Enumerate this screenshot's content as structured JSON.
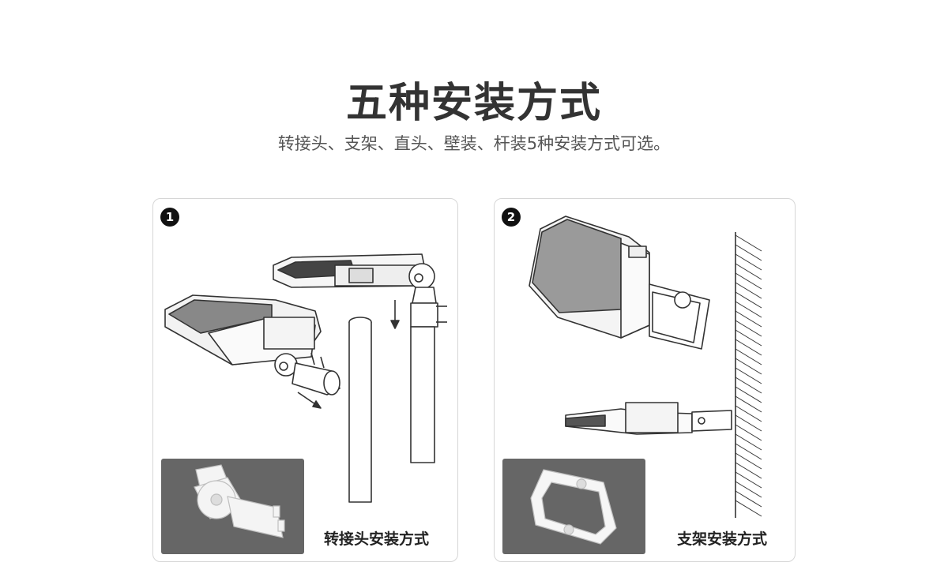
{
  "header": {
    "title": "五种安装方式",
    "subtitle": "转接头、支架、直头、壁装、杆装5种安装方式可选。"
  },
  "cards": [
    {
      "number": "1",
      "caption": "转接头安装方式"
    },
    {
      "number": "2",
      "caption": "支架安装方式"
    }
  ],
  "colors": {
    "thumb_bg": "#666666",
    "badge_bg": "#111111",
    "card_border": "#d6d6d6"
  }
}
